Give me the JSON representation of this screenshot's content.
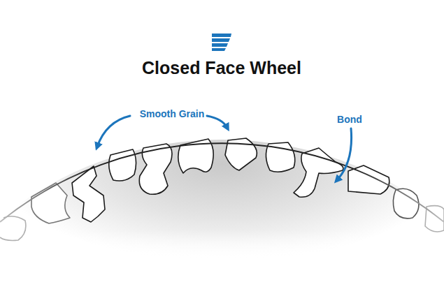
{
  "diagram": {
    "title": "Closed Face Wheel",
    "labels": [
      "Smooth Grain",
      "Bond"
    ]
  }
}
